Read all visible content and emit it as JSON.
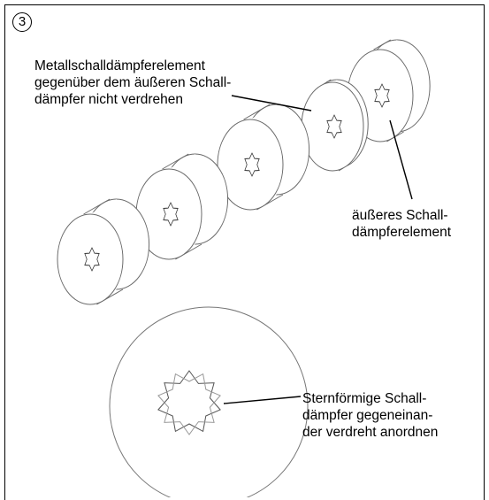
{
  "step_number": "3",
  "callouts": {
    "metal_element": [
      "Metallschalldämpferelement",
      "gegenüber dem äußeren Schall-",
      "dämpfer nicht verdrehen"
    ],
    "outer_element": [
      "äußeres Schall-",
      "dämpferelement"
    ],
    "star_damper": [
      "Sternförmige Schall-",
      "dämpfer gegeneinan-",
      "der verdreht anordnen"
    ]
  }
}
